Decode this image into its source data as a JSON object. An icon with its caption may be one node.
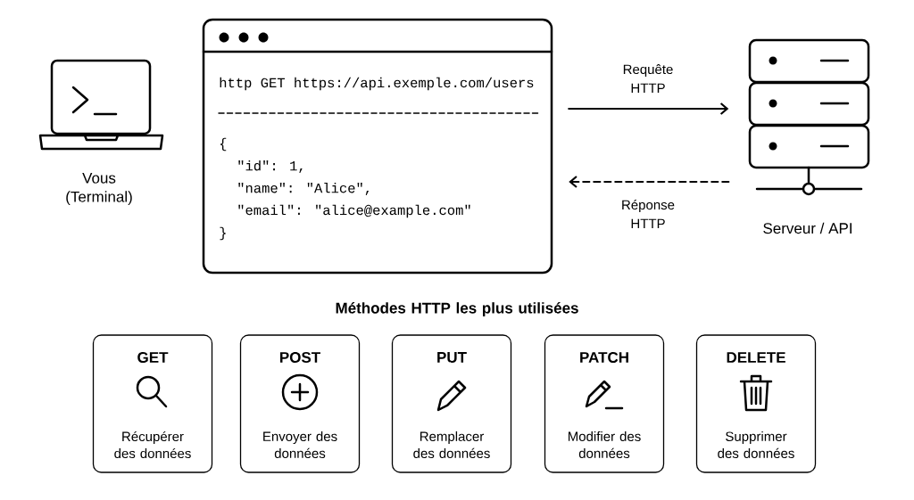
{
  "diagram": {
    "nodes": [
      {
        "text": [
          "http GET https://api.exemple.com/users",
          "{",
          "\"id\": 1,",
          "\"name\": \"Alice\",",
          "\"email\": \"alice@example.com\"",
          "}"
        ]
      },
      {
        "text": [],
        "shape": "picture",
        "beside": [
          "Serveur / API"
        ]
      },
      {
        "text": [
          "GET",
          "Récupérer des données"
        ]
      },
      {
        "text": [
          "POST",
          "Envoyer des données"
        ]
      },
      {
        "text": [
          "PUT",
          "Remplacer des données"
        ]
      },
      {
        "text": [
          "PATCH",
          "Modifier des données"
        ]
      },
      {
        "text": [
          "DELETE",
          "Supprimer des données"
        ]
      }
    ],
    "edges": [
      {
        "from": 0,
        "to": 1,
        "arrow": "to",
        "label": "Requête HTTP"
      },
      {
        "from": 1,
        "to": 0,
        "arrow": "to",
        "label": "Réponse HTTP",
        "style": "dashed"
      }
    ],
    "labels": [
      "Vous (Terminal)",
      "Méthodes HTTP les plus utilisées"
    ]
  }
}
